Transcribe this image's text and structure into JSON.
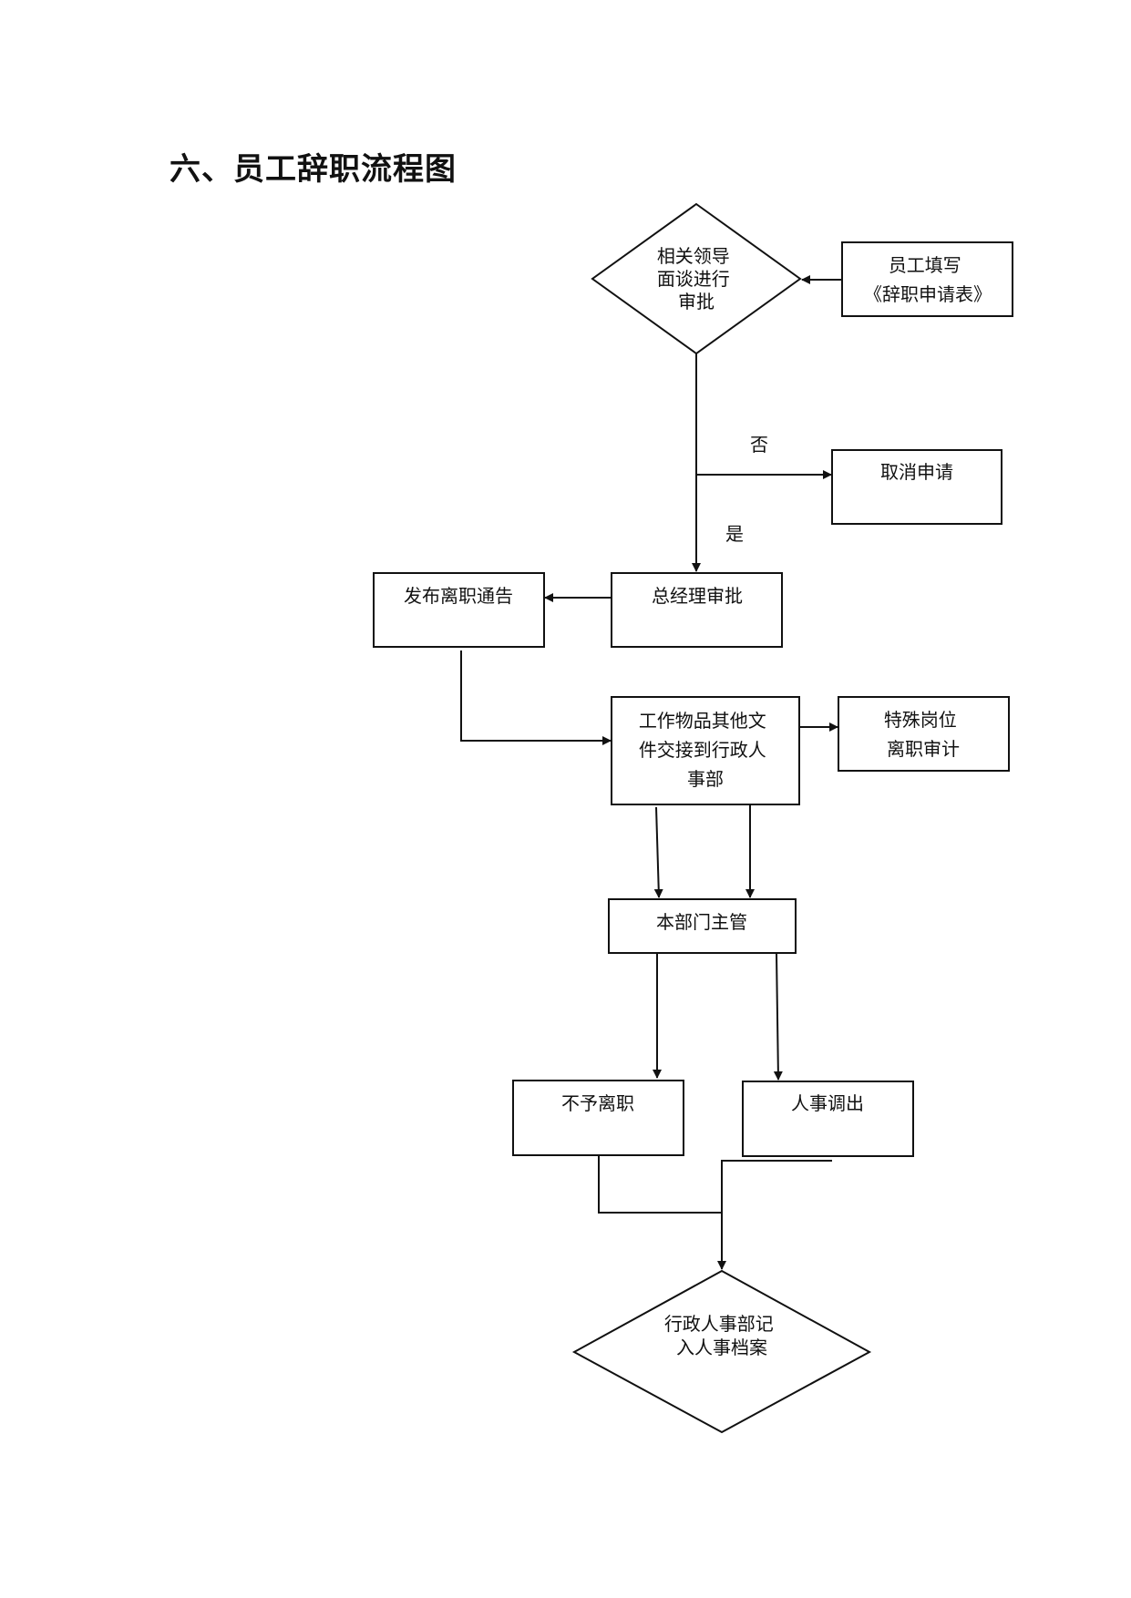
{
  "title": "六、员工辞职流程图",
  "nodes": {
    "leader_approval": [
      "相关领导",
      "面谈进行",
      "审批"
    ],
    "fill_form": [
      "员工填写",
      "《辞职申请表》"
    ],
    "cancel": [
      "取消申请"
    ],
    "gm_approval": [
      "总经理审批"
    ],
    "notice": [
      "发布离职通告"
    ],
    "handover": [
      "工作物品其他文",
      "件交接到行政人",
      "事部"
    ],
    "audit": [
      "特殊岗位",
      "离职审计"
    ],
    "supervisor": [
      "本部门主管"
    ],
    "not_leave": [
      "不予离职"
    ],
    "transfer": [
      "人事调出"
    ],
    "archive": [
      "行政人事部记",
      "入人事档案"
    ]
  },
  "edge_labels": {
    "no": "否",
    "yes": "是"
  }
}
